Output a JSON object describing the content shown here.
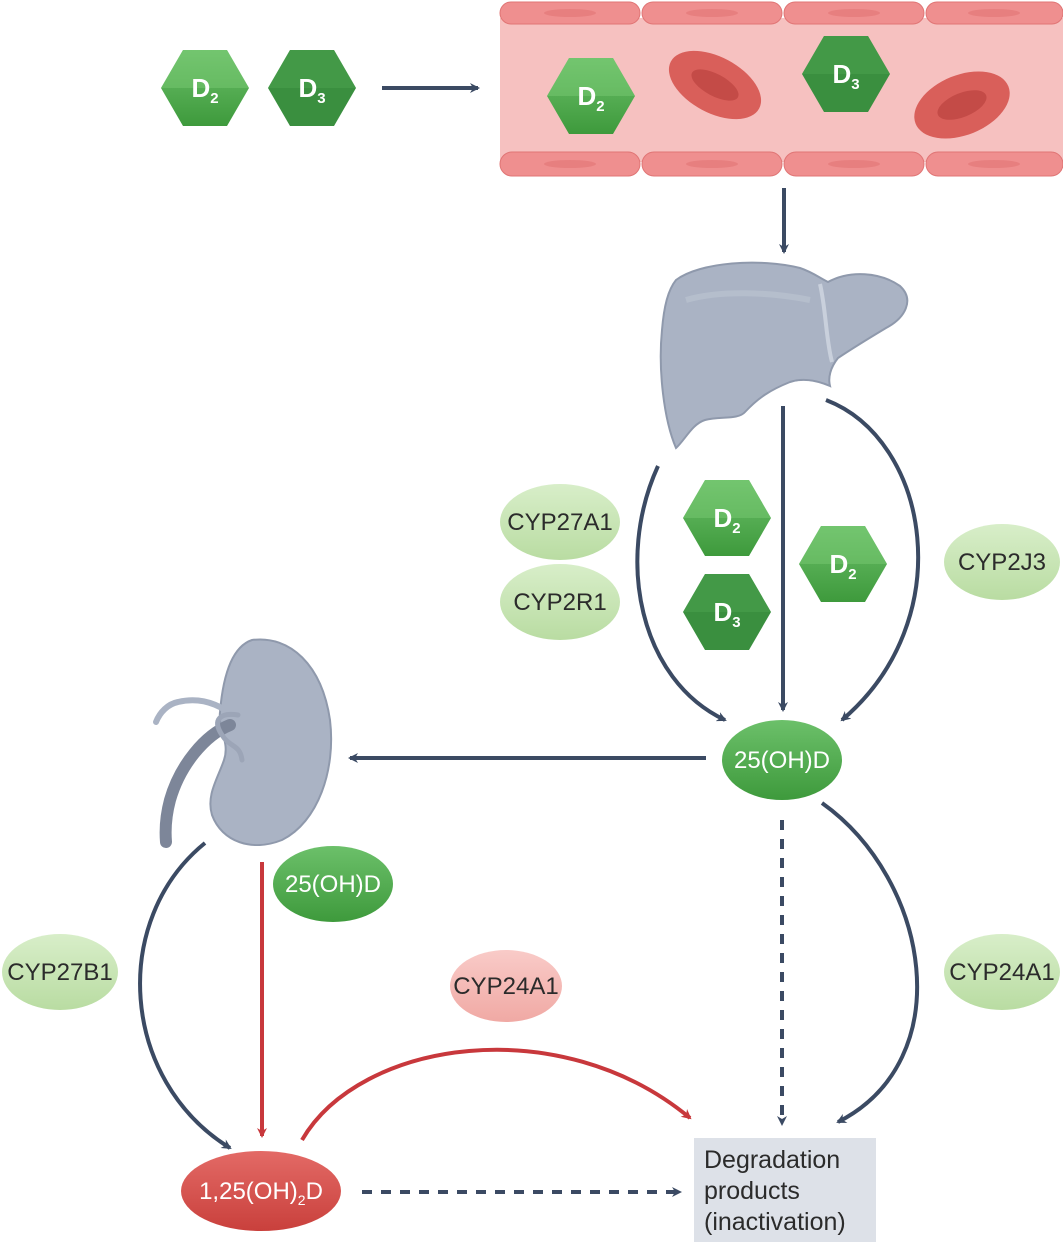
{
  "molecules": {
    "d2_base": "D",
    "d2_sub": "2",
    "d3_base": "D",
    "d3_sub": "3"
  },
  "enzymes": {
    "cyp27a1": "CYP27A1",
    "cyp2r1": "CYP2R1",
    "cyp2j3": "CYP2J3",
    "cyp27b1": "CYP27B1",
    "cyp24a1_red": "CYP24A1",
    "cyp24a1_green": "CYP24A1"
  },
  "metabolites": {
    "calcidiol": "25(OH)D",
    "calcidiol_kidney": "25(OH)D",
    "calcitriol_pre": "1,25(OH)",
    "calcitriol_sub": "2",
    "calcitriol_post": "D"
  },
  "degradation": {
    "line1": "Degradation",
    "line2": "products",
    "line3": "(inactivation)"
  },
  "colors": {
    "arrow_dark": "#3b4a63",
    "arrow_red": "#c8383c",
    "d2_green": "#5cb85c",
    "d3_green": "#3a8f3f",
    "enzyme_light_green": "#c9e6b6",
    "enzyme_light_red": "#f5b9b5",
    "node_green": "#4fae45",
    "node_red": "#d9534f",
    "organ_gray": "#aab3c4",
    "vessel_pink": "#f5b8b8",
    "degradation_box": "#dde1e8"
  }
}
